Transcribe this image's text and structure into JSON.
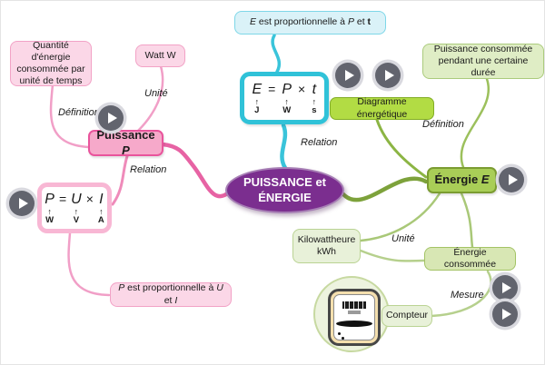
{
  "center_node": {
    "line1": "PUISSANCE et",
    "line2": "ÉNERGIE"
  },
  "labels": {
    "definition_left": "Définition",
    "unit_left": "Unité",
    "relation_left": "Relation",
    "relation_top": "Relation",
    "definition_right": "Définition",
    "unit_right": "Unité",
    "measure": "Mesure"
  },
  "power": {
    "node_text": "Puissance ",
    "node_symbol": "P",
    "definition": "Quantité d'énergie consommée par unité de temps",
    "unit": "Watt W",
    "formula": {
      "v1": "P",
      "eq": "=",
      "v2": "U",
      "times": "×",
      "v3": "I",
      "arrow": "↑",
      "u1": "W",
      "u2": "V",
      "u3": "A"
    },
    "proportional": {
      "s1": "P",
      "s2": " est proportionnelle à ",
      "s3": "U",
      "s4": " et ",
      "s5": "I"
    }
  },
  "energy": {
    "node_text": "Énergie ",
    "node_symbol": "E",
    "definition": "Puissance consommée pendant une certaine durée",
    "diagram": "Diagramme énergétique",
    "unit_line1": "Kilowattheure",
    "unit_line2": "kWh",
    "consumed": "Énergie consommée",
    "meter": "Compteur",
    "formula": {
      "v1": "E",
      "eq": "=",
      "v2": "P",
      "times": "×",
      "v3": "t",
      "arrow": "↑",
      "u1": "J",
      "u2": "W",
      "u3": "s"
    },
    "proportional": {
      "s1": "E",
      "s2": " est proportionnelle à ",
      "s3": "P",
      "s4": " et ",
      "s5": "t"
    }
  },
  "colors": {
    "pink_accent": "#e9549c",
    "pink_curve": "#e763a4",
    "cyan_accent": "#30c2d8",
    "green_accent": "#7da23b",
    "purple_center": "#7b2e8f",
    "play_button": "#62646e"
  }
}
